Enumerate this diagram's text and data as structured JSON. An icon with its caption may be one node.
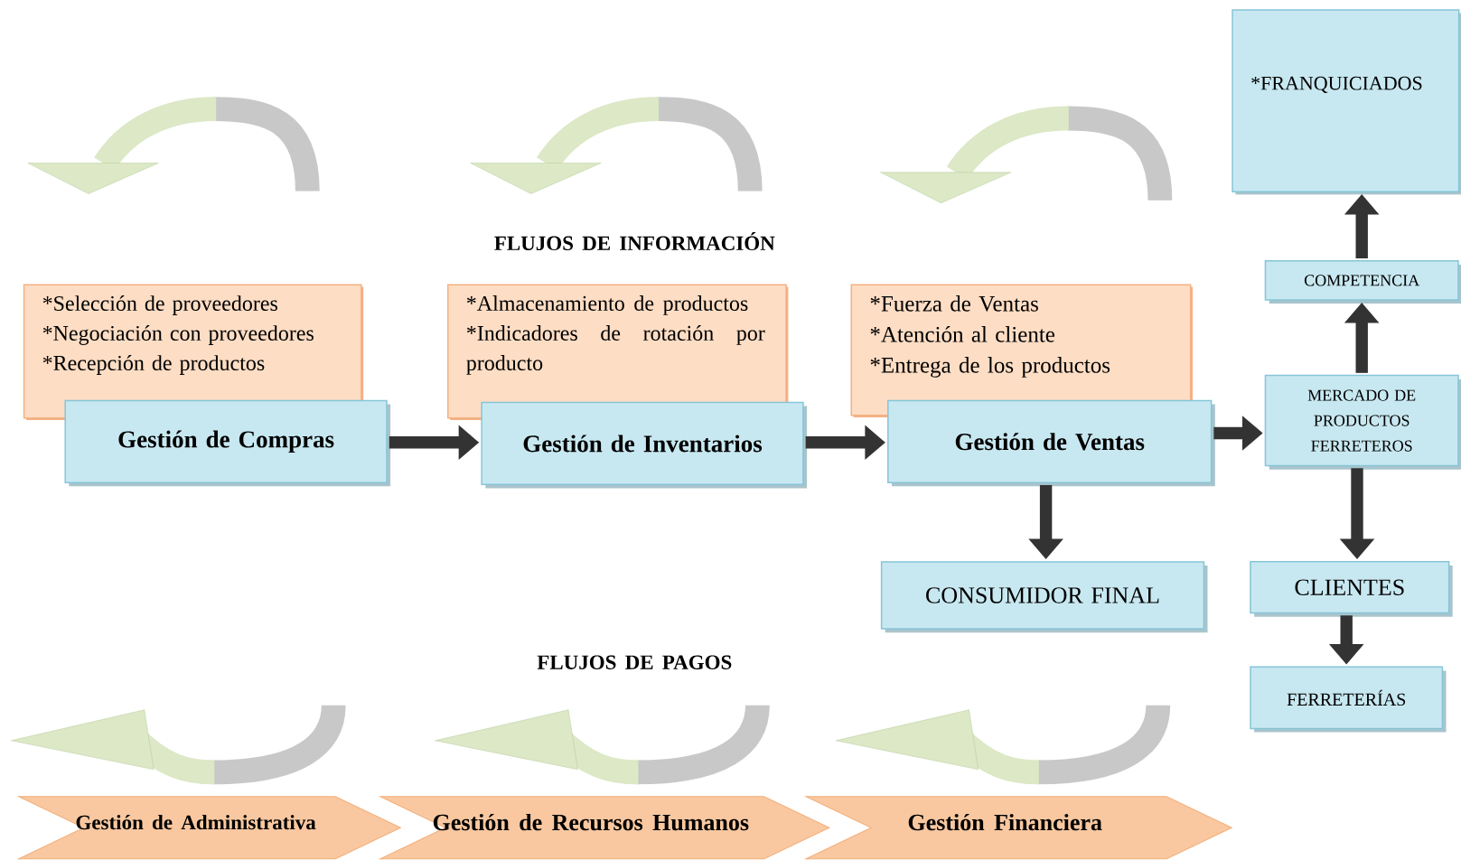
{
  "diagram": {
    "nodes": [
      {
        "text": [
          "*FRANQUICIADOS"
        ]
      },
      {
        "text": [
          "COMPETENCIA"
        ]
      },
      {
        "text": [
          "*Selección de proveedores",
          "*Negociación con proveedores",
          "*Recepción  de productos"
        ]
      },
      {
        "text": [
          "*Almacenamiento de productos",
          "*Indicadores de rotación por producto"
        ]
      },
      {
        "text": [
          "*Fuerza de Ventas",
          "*Atención al cliente",
          "*Entrega de los productos"
        ]
      },
      {
        "text": [
          "Gestión de Compras"
        ]
      },
      {
        "text": [
          "Gestión de Inventarios"
        ]
      },
      {
        "text": [
          "Gestión de Ventas"
        ]
      },
      {
        "text": [
          "MERCADO DE PRODUCTOS FERRETEROS"
        ]
      },
      {
        "text": [
          "CONSUMIDOR FINAL"
        ]
      },
      {
        "text": [
          "CLIENTES"
        ]
      },
      {
        "text": [
          "FERRETERÍAS"
        ]
      },
      {
        "text": [
          "Gestión de Administrativa"
        ]
      },
      {
        "text": [
          "Gestión de Recursos Humanos"
        ]
      },
      {
        "text": [
          "Gestión Financiera"
        ]
      }
    ],
    "edges": [
      {
        "from": 5,
        "to": 6,
        "arrow": "to"
      },
      {
        "from": 6,
        "to": 7,
        "arrow": "to"
      },
      {
        "from": 7,
        "to": 8,
        "arrow": "to"
      },
      {
        "from": 7,
        "to": 9,
        "arrow": "to"
      },
      {
        "from": 8,
        "to": 1,
        "arrow": "to"
      },
      {
        "from": 1,
        "to": 0,
        "arrow": "to"
      },
      {
        "from": 8,
        "to": 10,
        "arrow": "to"
      },
      {
        "from": 10,
        "to": 11,
        "arrow": "to"
      }
    ],
    "labels": [
      "FLUJOS DE INFORMACIÓN",
      "FLUJOS DE PAGOS"
    ]
  }
}
